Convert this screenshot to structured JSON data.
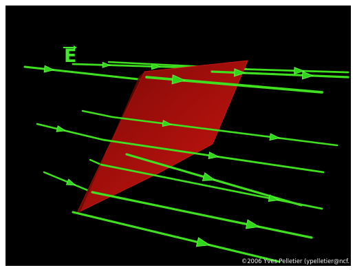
{
  "scene": {
    "field_label": "E",
    "credit": "©2006 Yves Pelletier (ypelletier@ncf.",
    "colors": {
      "background": "#000000",
      "field_line": "#3fe11f",
      "field_arrow": "#31d61c",
      "plane": "#a8100c",
      "label": "#45e831",
      "credit": "#f2f2f2"
    },
    "icons": {
      "field_line": "green-line-arrow",
      "surface": "red-plane"
    }
  }
}
